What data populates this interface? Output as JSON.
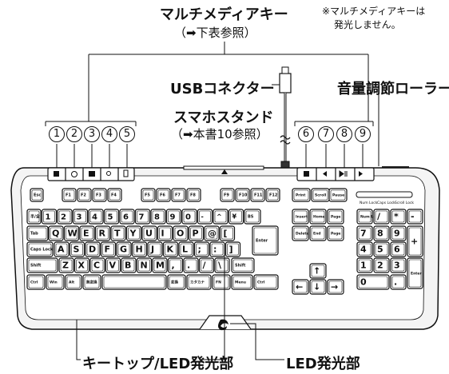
{
  "labels": {
    "multimedia_title": "マルチメディアキー",
    "multimedia_sub": "（➡下表参照）",
    "note_line1": "※マルチメディアキーは",
    "note_line2": "発光しません。",
    "usb": "USBコネクター",
    "volume": "音量調節ローラー",
    "smartstand_title": "スマホスタンド",
    "smartstand_sub": "（➡本書10参照）",
    "keytop": "キートップ/LED発光部",
    "led": "LED発光部"
  },
  "callouts_left": [
    "1",
    "2",
    "3",
    "4",
    "5"
  ],
  "callouts_right": [
    "6",
    "7",
    "8",
    "9"
  ],
  "keys": {
    "esc": "Esc",
    "f_keys": [
      "F1",
      "F2",
      "F3",
      "F4",
      "F5",
      "F6",
      "F7",
      "F8",
      "F9",
      "F10",
      "F11",
      "F12"
    ],
    "row_num": [
      "半/全",
      "1",
      "2",
      "3",
      "4",
      "5",
      "6",
      "7",
      "8",
      "9",
      "0",
      "-",
      "^",
      "¥",
      "BS"
    ],
    "row_q": [
      "Tab",
      "Q",
      "W",
      "E",
      "R",
      "T",
      "Y",
      "U",
      "I",
      "O",
      "P",
      "@",
      "[",
      "Enter"
    ],
    "row_a": [
      "Caps Lock",
      "A",
      "S",
      "D",
      "F",
      "G",
      "H",
      "J",
      "K",
      "L",
      ";",
      ":",
      "]"
    ],
    "row_z": [
      "Shift",
      "Z",
      "X",
      "C",
      "V",
      "B",
      "N",
      "M",
      ",",
      ".",
      "/",
      "\\",
      "Shift"
    ],
    "row_bottom": [
      "Ctrl",
      "Win",
      "Alt",
      "無変換",
      "",
      "変換",
      "カタカナ",
      "FN",
      "Menu",
      "Ctrl"
    ],
    "nav_top": [
      "Print Screen",
      "Scroll Lock",
      "Pause Break"
    ],
    "nav_mid1": [
      "Insert",
      "Home",
      "Page Up"
    ],
    "nav_mid2": [
      "Delete",
      "End",
      "Page Down"
    ],
    "numpad_top": [
      "Num Lock",
      "/",
      "*",
      "-"
    ],
    "numpad_r1": [
      "7",
      "8",
      "9",
      "+"
    ],
    "numpad_r2": [
      "4",
      "5",
      "6"
    ],
    "numpad_r3": [
      "1",
      "2",
      "3",
      "Enter"
    ],
    "numpad_r4": [
      "0",
      "."
    ],
    "indicators": [
      "Num Lock",
      "Caps Lock",
      "Scroll Lock"
    ]
  }
}
